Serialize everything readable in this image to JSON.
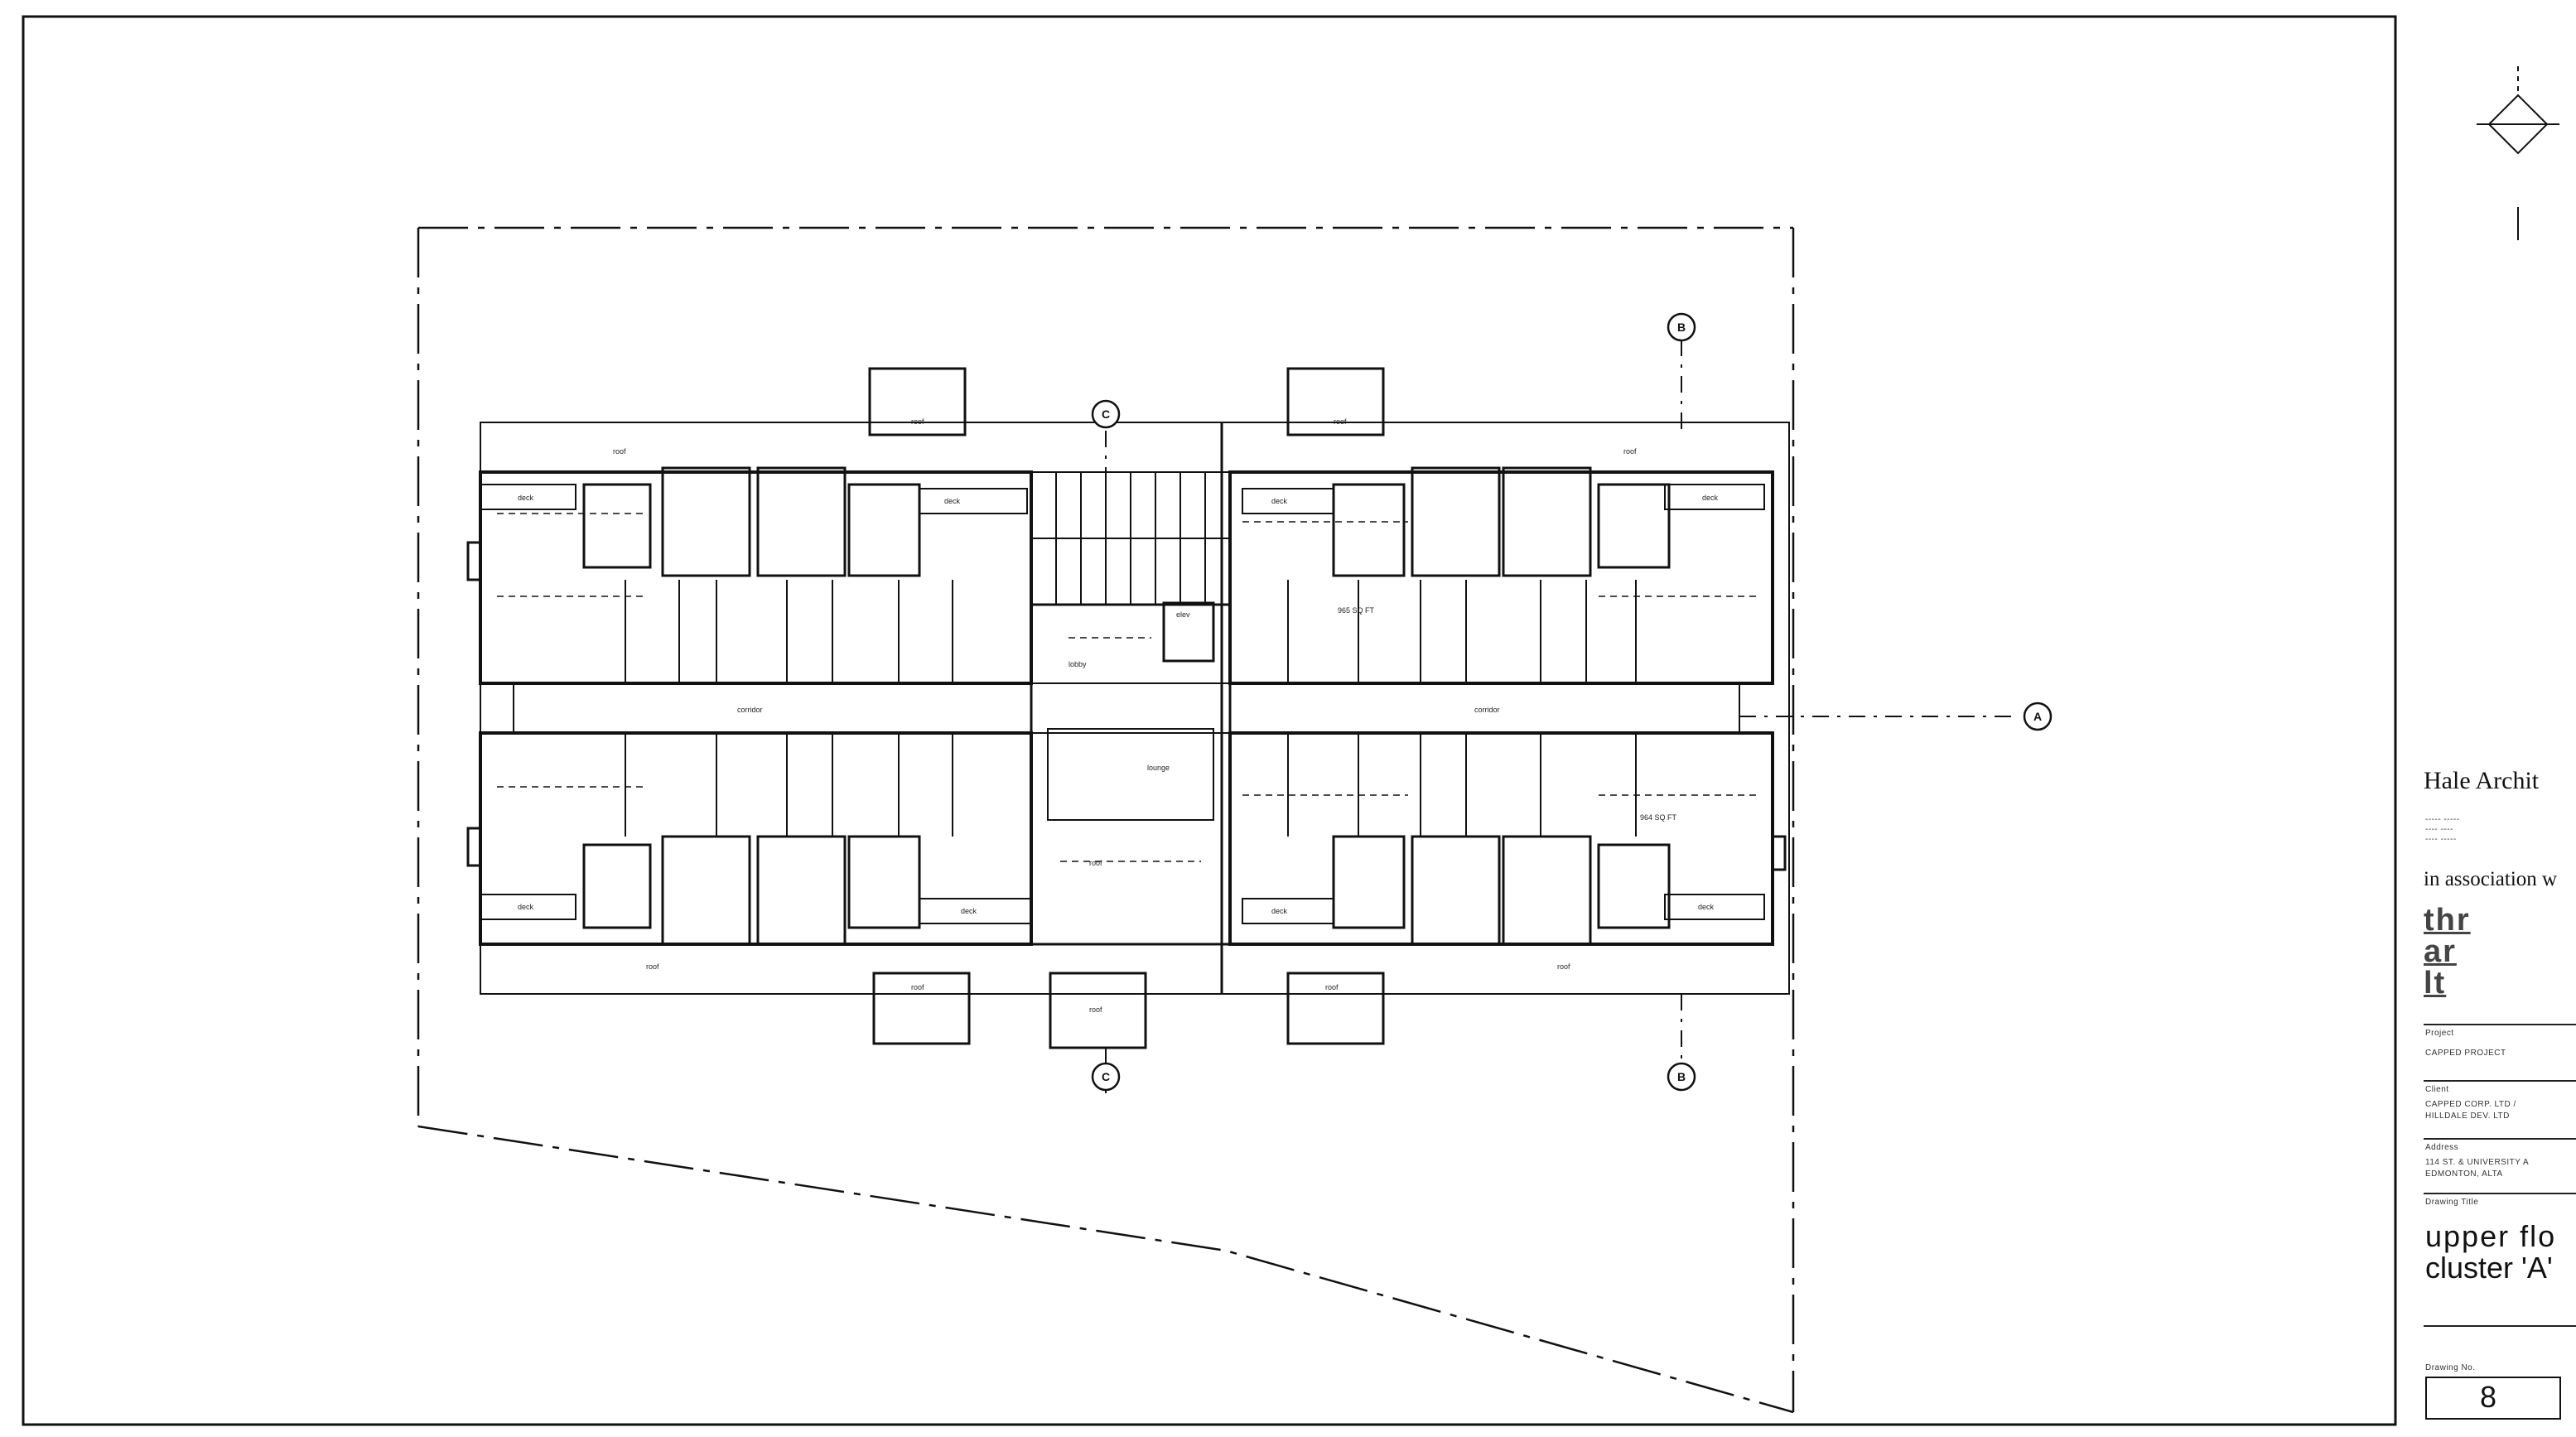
{
  "drawing": {
    "room_labels": {
      "roof": "roof",
      "deck": "deck",
      "corridor": "corridor",
      "lobby": "lobby",
      "lounge": "lounge",
      "elev": "elev",
      "area1": "965 SQ FT",
      "area2": "964 SQ FT"
    },
    "section_markers": {
      "a": "A",
      "b": "B",
      "c": "C"
    }
  },
  "title_block": {
    "firm": "Hale Archit",
    "firm_sub": [
      "----- -----",
      "---- ----",
      "---- -----"
    ],
    "association": "in association w",
    "assoc_firm_lines": [
      "thr",
      "ar",
      "lt"
    ],
    "project_label": "Project",
    "project": "CAPPED PROJECT",
    "client_label": "Client",
    "client_lines": [
      "CAPPED CORP. LTD /",
      "HILLDALE DEV. LTD"
    ],
    "address_label": "Address",
    "address_lines": [
      "114 ST. & UNIVERSITY A",
      "EDMONTON, ALTA"
    ],
    "drawing_title_label": "Drawing Title",
    "title_line1": "upper flo",
    "title_line2": "cluster 'A'",
    "drawing_no_label": "Drawing No.",
    "drawing_number": "8"
  },
  "colors": {
    "ink": "#111111",
    "paper": "#ffffff"
  }
}
